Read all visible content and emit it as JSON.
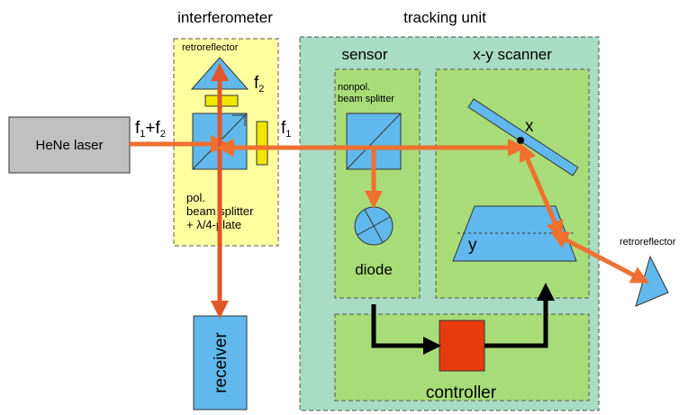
{
  "labels": {
    "interferometer": "interferometer",
    "tracking_unit": "tracking unit",
    "sensor": "sensor",
    "xy_scanner": "x-y scanner",
    "retroreflector_top": "retroreflector",
    "retroreflector_right": "retroreflector",
    "hene_laser": "HeNe laser",
    "f1": "f",
    "f1_sub": "1",
    "f1_plus": "+f",
    "f2_sub": "2",
    "f2": "f",
    "f2_label_sub": "2",
    "f1_beam": "f",
    "f1_beam_sub": "1",
    "nonpol_line1": "nonpol.",
    "nonpol_line2": "beam splitter",
    "pol_line1": "pol.",
    "pol_line2": "beam splitter",
    "pol_line3": "+ λ/4-plate",
    "diode": "diode",
    "receiver": "receiver",
    "controller": "controller",
    "axis_x": "x",
    "axis_y": "y"
  },
  "colors": {
    "beam": "#f07030",
    "beam_vertical": "#e2552a",
    "interferometer_bg": "#ffffa0",
    "tracking_bg": "#a8dcc4",
    "panel_bg": "#a8dc78",
    "optic_blue": "#60b8ec",
    "plate_yellow": "#f0e600",
    "controller_box": "#e83c10",
    "laser_gray": "#c0c0c0",
    "signal_black": "#000000"
  }
}
